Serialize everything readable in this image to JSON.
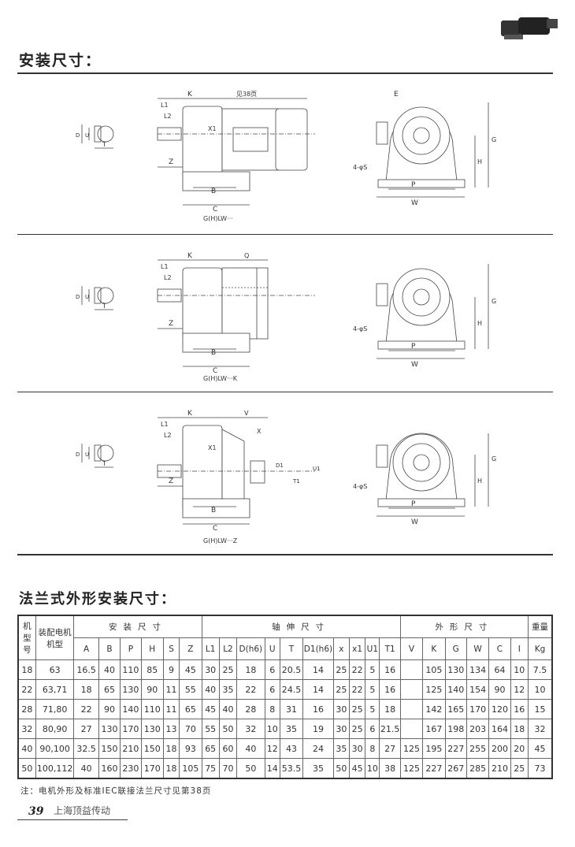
{
  "heading_install": "安装尺寸：",
  "heading_flange": "法兰式外形安装尺寸：",
  "drawings": [
    {
      "model": "G(H)LW···",
      "labels": {
        "K": "K",
        "motor": "见38页",
        "L1": "L1",
        "L2": "L2",
        "Z": "Z",
        "B": "B",
        "C": "C",
        "X1": "X1",
        "D": "D",
        "U": "U",
        "T": "T",
        "E": "E",
        "G": "G",
        "H": "H",
        "P": "P",
        "W": "W",
        "S": "4-φS"
      }
    },
    {
      "model": "G(H)LW···K",
      "labels": {
        "K": "K",
        "motor": "Q",
        "L1": "L1",
        "L2": "L2",
        "Z": "Z",
        "B": "B",
        "C": "C",
        "D": "D",
        "U": "U",
        "T": "T",
        "G": "G",
        "H": "H",
        "P": "P",
        "W": "W",
        "S": "4-φS"
      }
    },
    {
      "model": "G(H)LW···Z",
      "labels": {
        "K": "K",
        "motor": "V",
        "L1": "L1",
        "L2": "L2",
        "Z": "Z",
        "B": "B",
        "C": "C",
        "X": "X",
        "X1": "X1",
        "D": "D",
        "U": "U",
        "T": "T",
        "D1": "D1",
        "U1": "U1",
        "T1": "T1",
        "G": "G",
        "H": "H",
        "P": "P",
        "W": "W",
        "S": "4-φS"
      }
    }
  ],
  "table": {
    "h_frame": "机型号",
    "h_motor": "装配电机机型",
    "g_install": "安装尺寸",
    "g_shaft": "轴伸尺寸",
    "g_outline": "外形尺寸",
    "g_weight": "重量",
    "cols": [
      "A",
      "B",
      "P",
      "H",
      "S",
      "Z",
      "L1",
      "L2",
      "D(h6)",
      "U",
      "T",
      "D1(h6)",
      "x",
      "x1",
      "U1",
      "T1",
      "V",
      "K",
      "G",
      "W",
      "C",
      "I",
      "Kg"
    ],
    "rows": [
      [
        "18",
        "63",
        "16.5",
        "40",
        "110",
        "85",
        "9",
        "45",
        "30",
        "25",
        "18",
        "6",
        "20.5",
        "14",
        "25",
        "22",
        "5",
        "16",
        "",
        "105",
        "130",
        "134",
        "64",
        "10",
        "7.5"
      ],
      [
        "22",
        "63,71",
        "18",
        "65",
        "130",
        "90",
        "11",
        "55",
        "40",
        "35",
        "22",
        "6",
        "24.5",
        "14",
        "25",
        "22",
        "5",
        "16",
        "",
        "125",
        "140",
        "154",
        "90",
        "12",
        "10"
      ],
      [
        "28",
        "71,80",
        "22",
        "90",
        "140",
        "110",
        "11",
        "65",
        "45",
        "40",
        "28",
        "8",
        "31",
        "16",
        "30",
        "25",
        "5",
        "18",
        "",
        "142",
        "165",
        "170",
        "120",
        "16",
        "15"
      ],
      [
        "32",
        "80,90",
        "27",
        "130",
        "170",
        "130",
        "13",
        "70",
        "55",
        "50",
        "32",
        "10",
        "35",
        "19",
        "30",
        "25",
        "6",
        "21.5",
        "",
        "167",
        "198",
        "203",
        "164",
        "18",
        "32"
      ],
      [
        "40",
        "90,100",
        "32.5",
        "150",
        "210",
        "150",
        "18",
        "93",
        "65",
        "60",
        "40",
        "12",
        "43",
        "24",
        "35",
        "30",
        "8",
        "27",
        "125",
        "195",
        "227",
        "255",
        "200",
        "20",
        "45"
      ],
      [
        "50",
        "100,112",
        "40",
        "160",
        "230",
        "170",
        "18",
        "105",
        "75",
        "70",
        "50",
        "14",
        "53.5",
        "35",
        "50",
        "45",
        "10",
        "38",
        "125",
        "227",
        "267",
        "285",
        "210",
        "25",
        "73"
      ]
    ]
  },
  "note": "注：电机外形及标准IEC联接法兰尺寸见第38页",
  "page_number": "39",
  "company": "上海顶益传动"
}
